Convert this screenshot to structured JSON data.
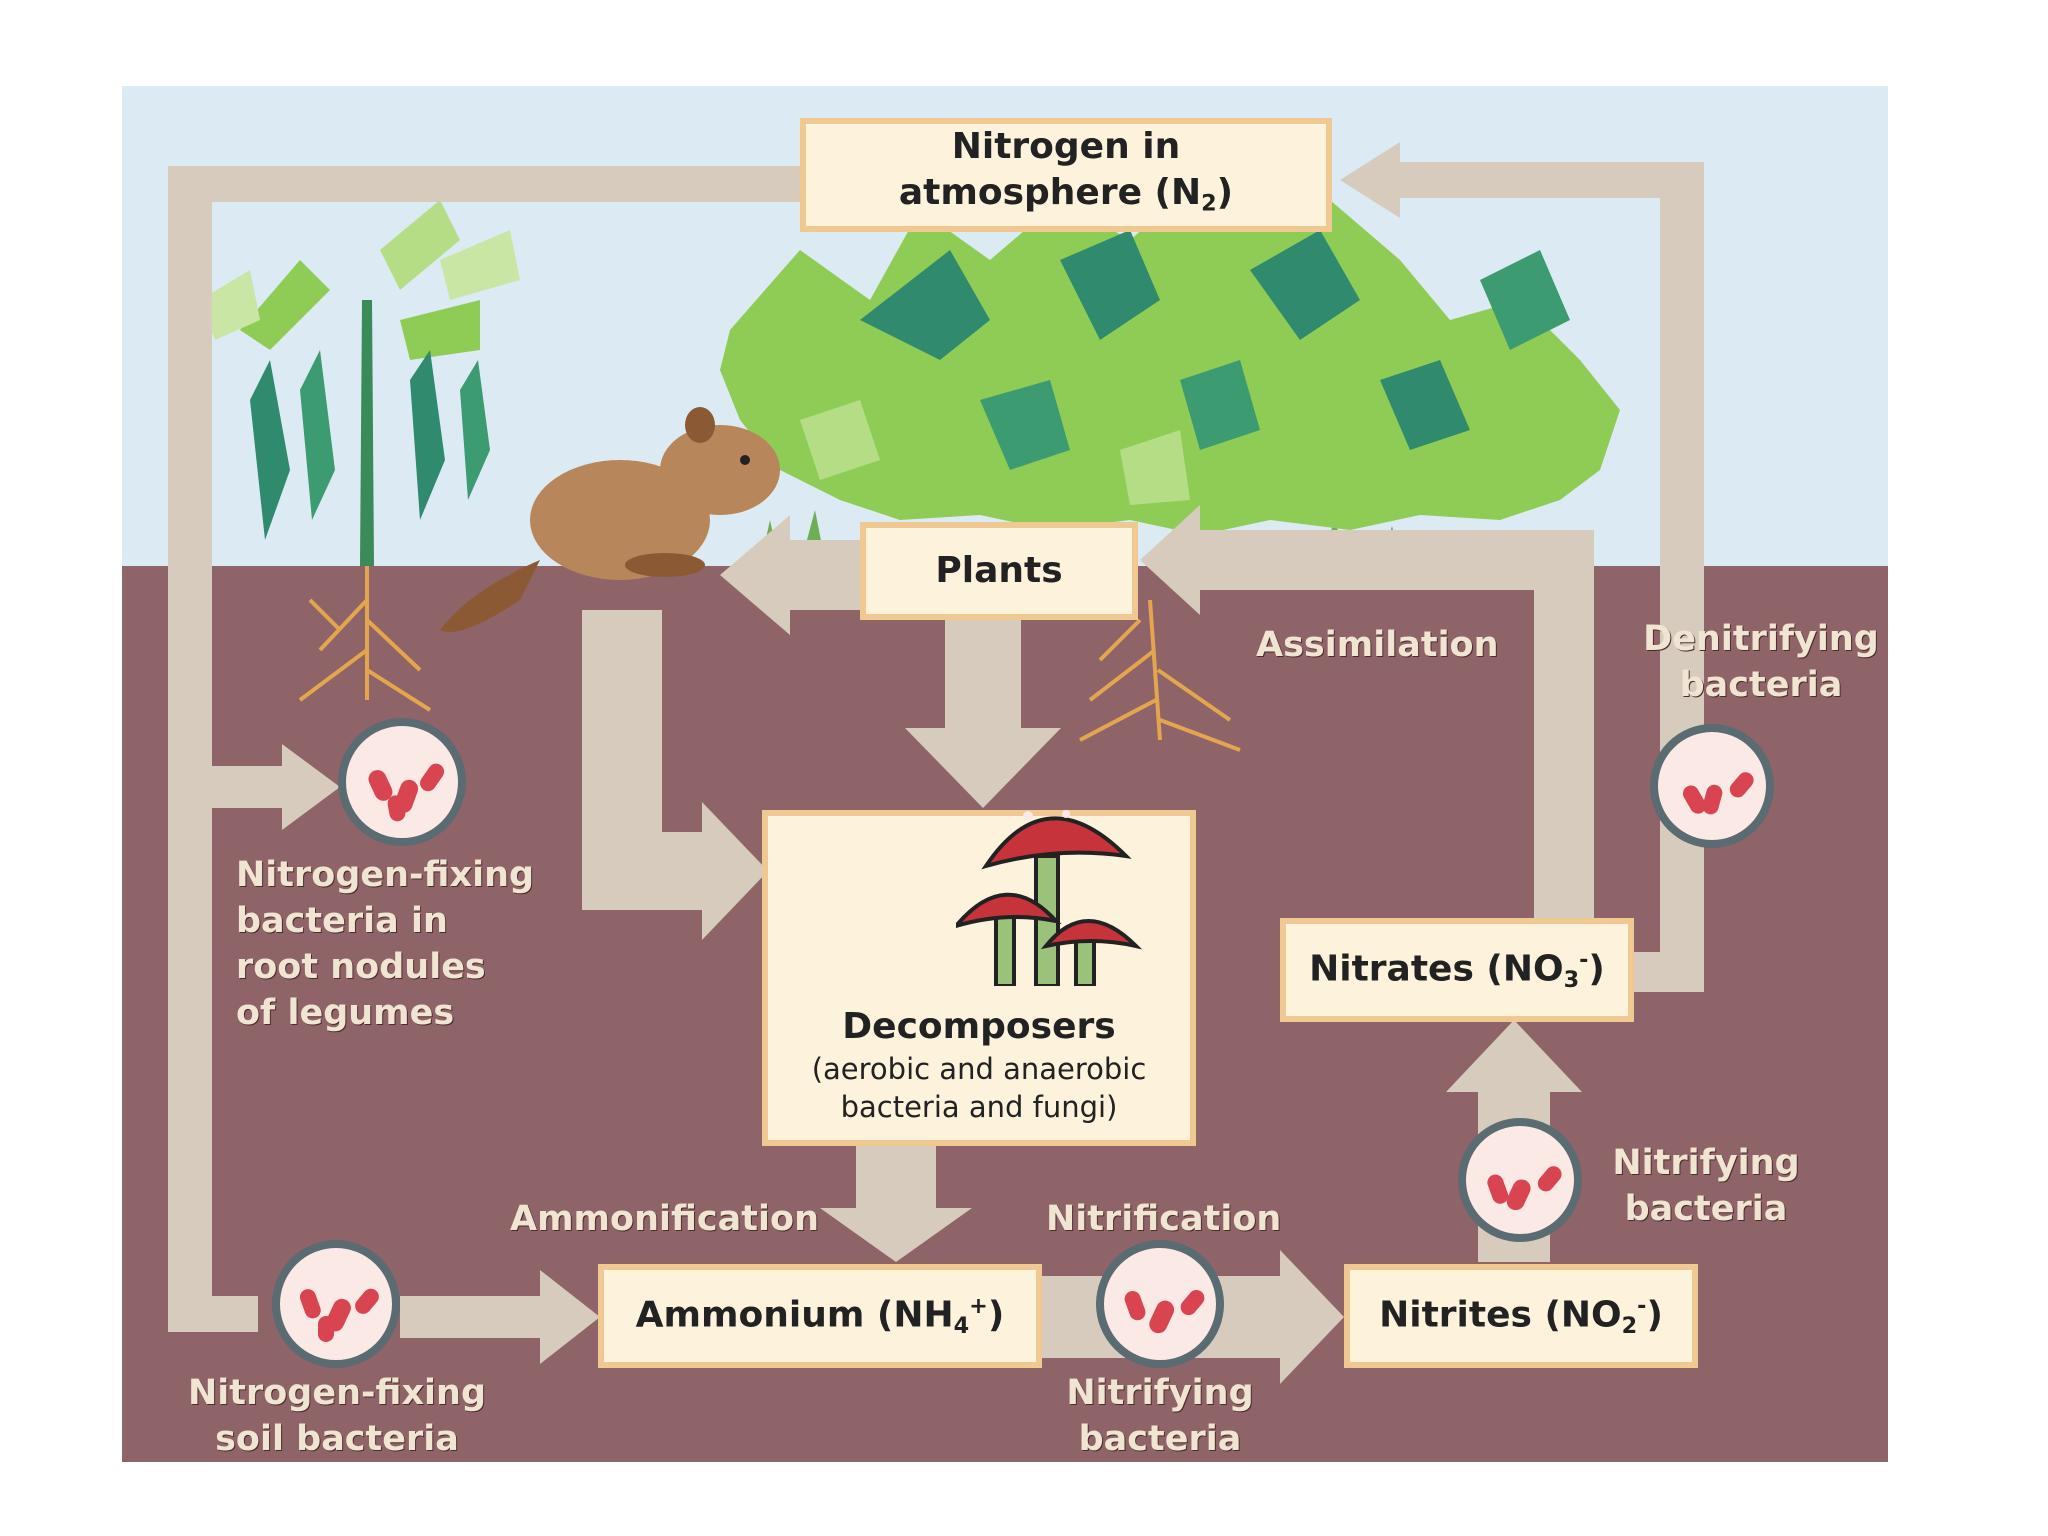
{
  "diagram": {
    "atmosphere": {
      "line1": "Nitrogen in",
      "line2_pre": "atmosphere (N",
      "line2_sub": "2",
      "line2_post": ")"
    },
    "plants": "Plants",
    "decomposers": {
      "title": "Decomposers",
      "sub1": "(aerobic and anaerobic",
      "sub2": "bacteria and fungi)"
    },
    "ammonium": {
      "pre": "Ammonium (NH",
      "sub": "4",
      "sup": "+",
      "post": ")"
    },
    "nitrites": {
      "pre": "Nitrites (NO",
      "sub": "2",
      "sup": "-",
      "post": ")"
    },
    "nitrates": {
      "pre": "Nitrates (NO",
      "sub": "3",
      "sup": "-",
      "post": ")"
    },
    "labels": {
      "assimilation": "Assimilation",
      "denitrifying": [
        "Denitrifying",
        "bacteria"
      ],
      "nodule_bacteria": [
        "Nitrogen-fixing",
        "bacteria in",
        "root nodules",
        "of legumes"
      ],
      "ammonification": "Ammonification",
      "nitrification": "Nitrification",
      "nitrifying_right": [
        "Nitrifying",
        "bacteria"
      ],
      "nitrifying_bottom": [
        "Nitrifying",
        "bacteria"
      ],
      "soil_bacteria": [
        "Nitrogen-fixing",
        "soil bacteria"
      ]
    },
    "colors": {
      "sky": "#dcebf3",
      "soil": "#8f6468",
      "arrow": "#d6cbbc",
      "box_fill": "#fdf2dc",
      "box_border": "#f0c891",
      "bacteria": "#d8444f",
      "leaf_light": "#8fcc56",
      "leaf_dark": "#2f8a6e",
      "root": "#e3a64f",
      "mushroom": "#c6333a"
    }
  }
}
